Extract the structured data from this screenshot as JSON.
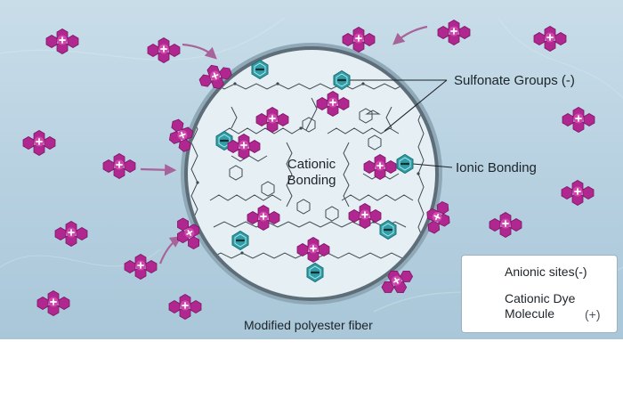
{
  "labels": {
    "sulfonate_groups": "Sulfonate Groups (-)",
    "ionic_bonding": "Ionic Bonding",
    "cationic_bonding_line1": "Cationic",
    "cationic_bonding_line2": "Bonding",
    "fiber_caption": "Modified polyester fiber"
  },
  "legend": {
    "anionic_sites": "Anionic sites(-)",
    "cationic_dye_line1": "Cationic Dye",
    "cationic_dye_line2": "Molecule",
    "cationic_dye_sign": "(+)"
  },
  "colors": {
    "background": "#b6d0e0",
    "fiber_fill": "#e6eff4",
    "fiber_border": "#5e6e78",
    "dye_magenta": "#b0288f",
    "anionic_teal": "#2f9ea7",
    "chain_lines": "#3e4a52"
  },
  "icons": {
    "dye_molecule": "cationic-dye-molecule-icon",
    "anionic_site": "anionic-site-hexagon-icon",
    "arrow": "inward-arrow-icon"
  }
}
